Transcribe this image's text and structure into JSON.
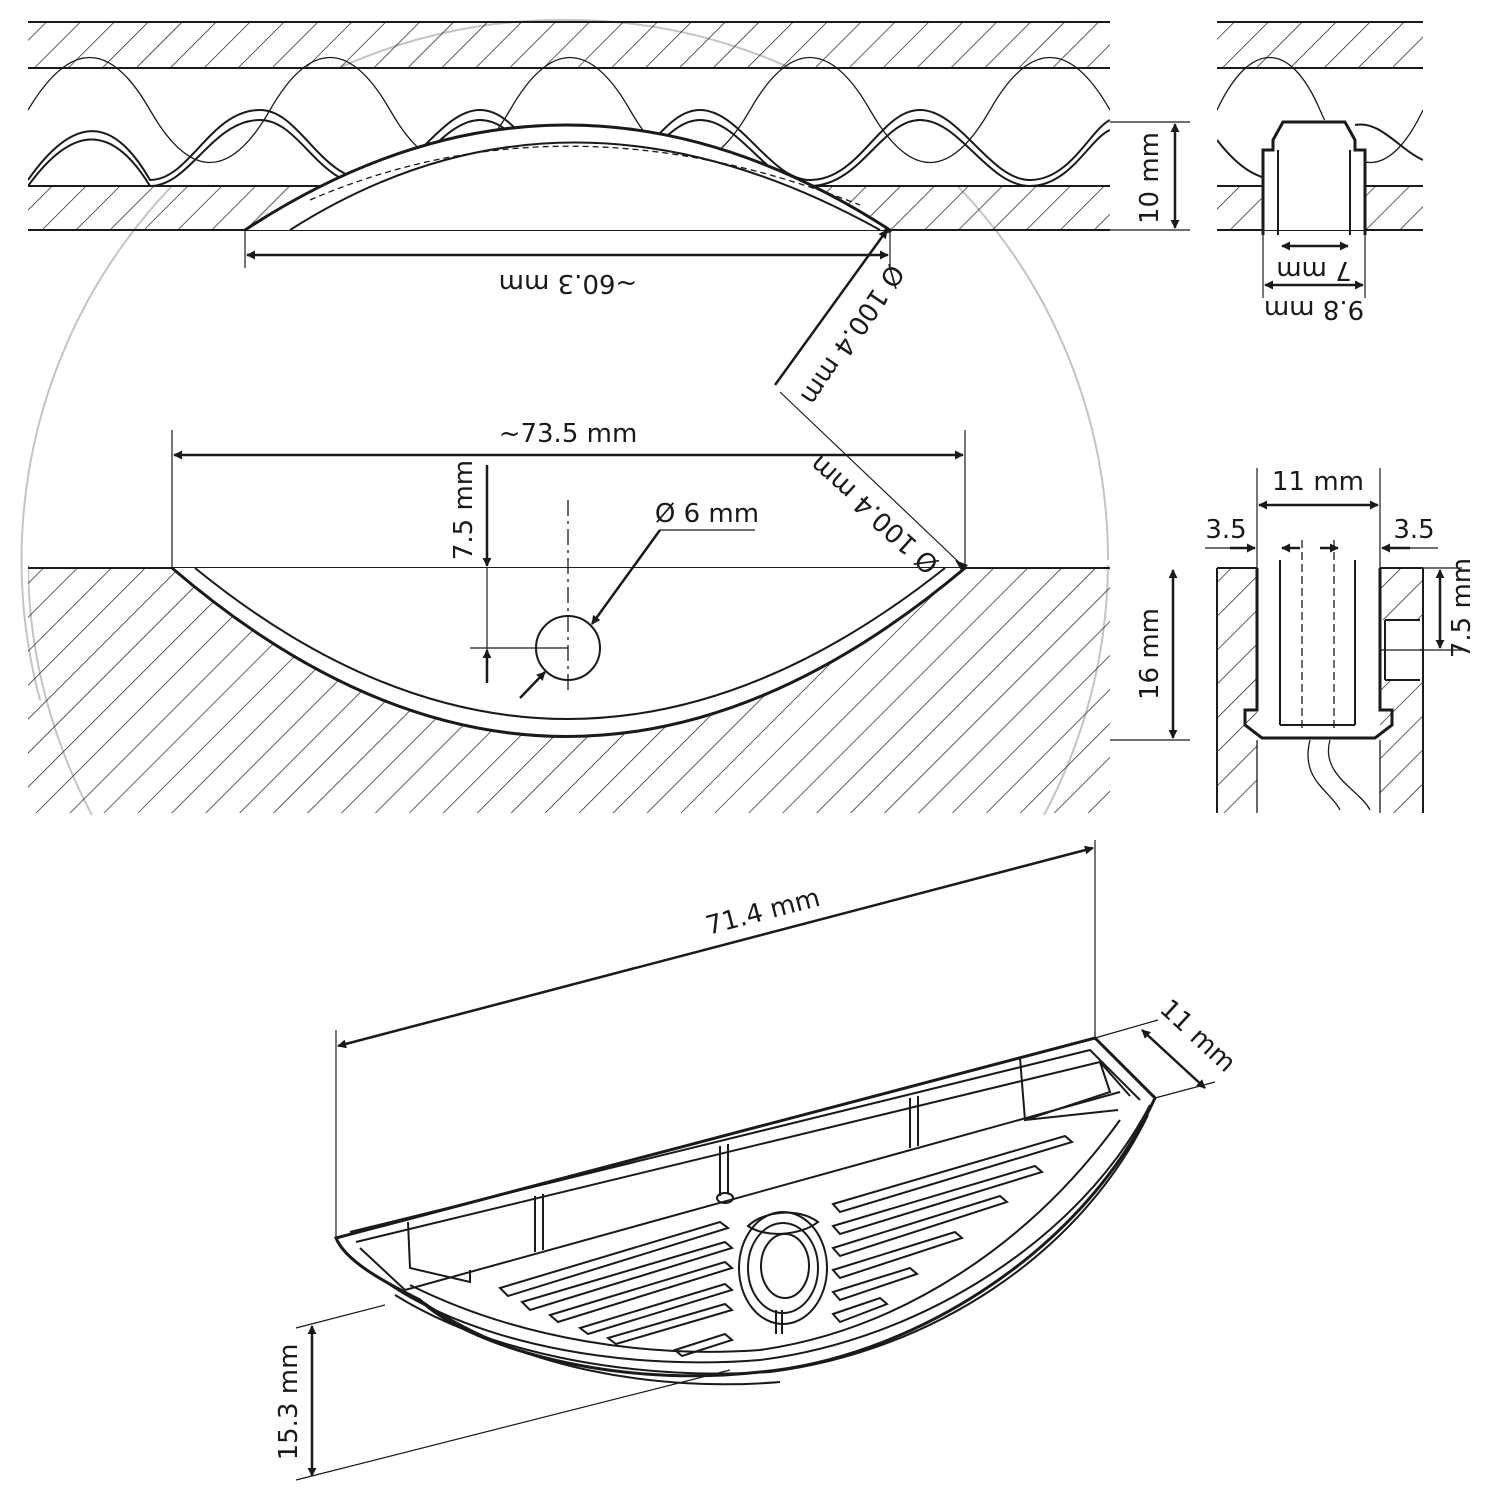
{
  "top_view": {
    "height": "10 mm",
    "chord": "~60.3 mm",
    "diameter": "Ø 100.4 mm"
  },
  "top_section": {
    "inner_width": "7 mm",
    "outer_width": "9.8 mm"
  },
  "middle_view": {
    "chord": "~73.5 mm",
    "hole_offset": "7.5 mm",
    "hole_diameter": "Ø 6 mm",
    "diameter": "Ø 100.4 mm"
  },
  "middle_section": {
    "width": "11 mm",
    "left_wall": "3.5",
    "right_wall": "3.5",
    "depth": "16 mm",
    "hole_offset": "7.5 mm"
  },
  "iso_view": {
    "length": "71.4 mm",
    "width": "11 mm",
    "height": "15.3 mm"
  }
}
